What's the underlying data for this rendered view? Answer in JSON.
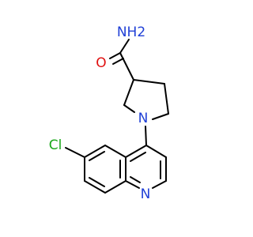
{
  "molecule": {
    "atoms": [
      {
        "id": "n_amide",
        "label": "NH2",
        "color": "#1f3fd6"
      },
      {
        "id": "o_carbonyl",
        "label": "O",
        "color": "#e01010"
      },
      {
        "id": "n_pyrrolidine",
        "label": "N",
        "color": "#1f3fd6"
      },
      {
        "id": "cl",
        "label": "Cl",
        "color": "#1aa81a"
      },
      {
        "id": "n_quinoline",
        "label": "N",
        "color": "#1f3fd6"
      }
    ]
  }
}
